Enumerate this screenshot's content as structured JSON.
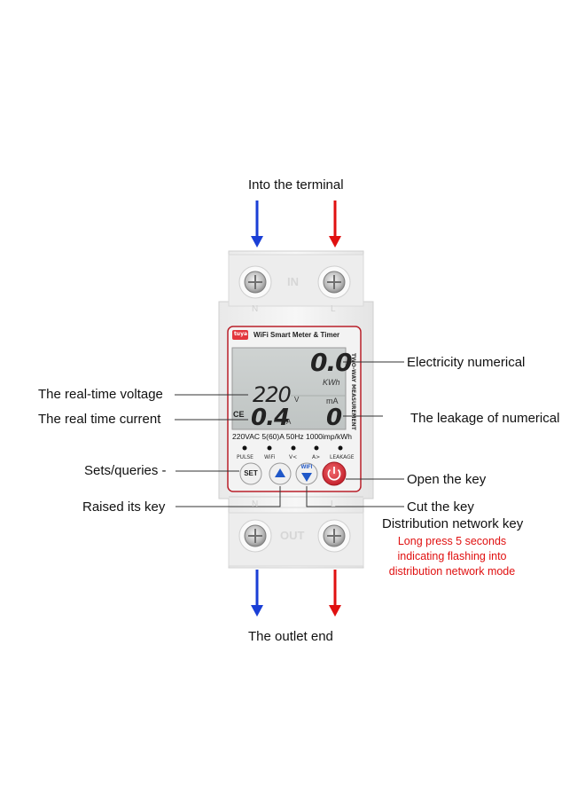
{
  "labels": {
    "top": "Into the terminal",
    "bottom": "The outlet end",
    "electricity": "Electricity numerical",
    "voltage": "The real-time voltage",
    "current": "The real time current",
    "leakage": "The leakage of numerical",
    "sets": "Sets/queries -",
    "open": "Open the key",
    "raised": "Raised its key",
    "cut": "Cut the key",
    "distribution": "Distribution network key",
    "note_line1": "Long press 5 seconds",
    "note_line2": "indicating flashing into",
    "note_line3": "distribution network mode"
  },
  "device": {
    "brand": "tuya",
    "title": "WiFi Smart Meter & Timer",
    "side_text": "TWO-WAY MEASUREMENT",
    "terminal_top": "IN",
    "terminal_bottom": "OUT",
    "n_label": "N",
    "l_label": "L",
    "kwh_value": "0.0",
    "kwh_unit": "KWh",
    "voltage_value": "220",
    "voltage_unit": "V",
    "ma_unit": "mA",
    "current_value": "0.4",
    "current_unit": "A",
    "leakage_value": "0",
    "ce_mark": "CE",
    "spec": "220VAC 5(60)A 50Hz 1000imp/kWh",
    "indicators": [
      "PULSE",
      "WiFi",
      "V<",
      "A>",
      "LEAKAGE"
    ],
    "btn_set": "SET",
    "btn_wifi": "WIFI"
  },
  "colors": {
    "neutral_arrow": "#1a3fd6",
    "live_arrow": "#e01010",
    "power_button": "#d9303a",
    "up_button": "#1f57c8"
  }
}
